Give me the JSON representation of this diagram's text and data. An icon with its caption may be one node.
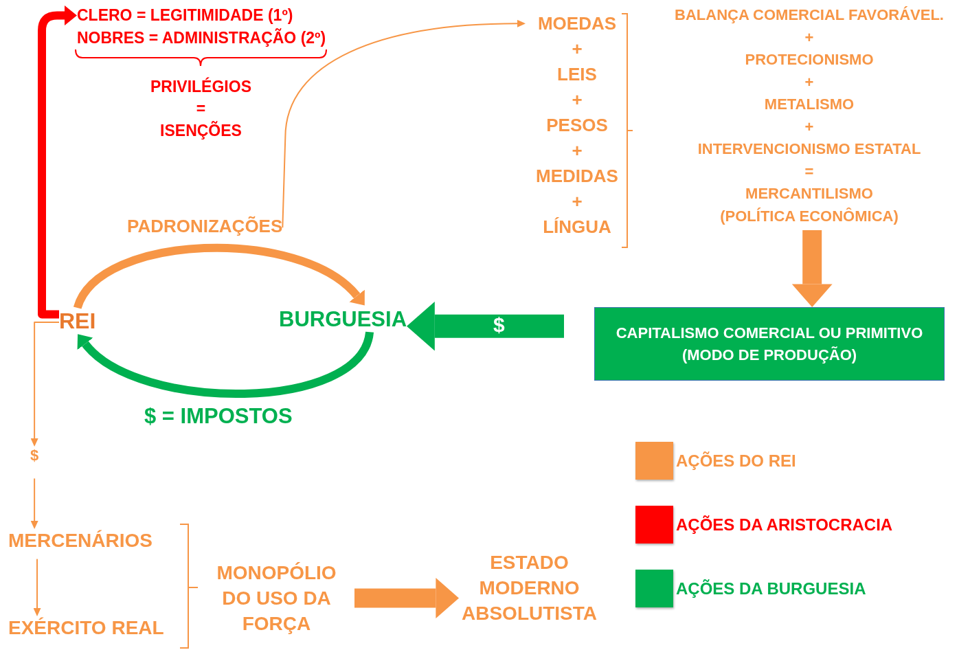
{
  "diagram": {
    "nodes": [
      {
        "text": [
          "CLERO = LEGITIMIDADE (1º)",
          "NOBRES = ADMINISTRAÇÃO (2º)"
        ]
      },
      {
        "text": [
          "MOEDAS",
          "+",
          "LEIS",
          "+",
          "PESOS",
          "+",
          "MEDIDAS",
          "+",
          "LÍNGUA"
        ]
      },
      {
        "text": [
          "BALANÇA COMERCIAL FAVORÁVEL.",
          "+",
          "PROTECIONISMO",
          "+",
          "METALISMO",
          "+",
          "INTERVENCIONISMO ESTATAL",
          "=",
          "MERCANTILISMO (POLÍTICA ECONÔMICA)"
        ]
      },
      {
        "text": [
          "PADRONIZAÇÕES"
        ]
      },
      {
        "text": [
          "REI"
        ]
      },
      {
        "text": [
          "BURGUESIA"
        ]
      },
      {
        "text": [
          "CAPITALISMO COMERCIAL OU PRIMITIVO",
          "(MODO DE PRODUÇÃO)"
        ]
      },
      {
        "text": [
          "$"
        ]
      },
      {
        "text": [
          "MERCENÁRIOS"
        ]
      },
      {
        "text": [
          "EXÉRCITO REAL"
        ]
      },
      {
        "text": [
          "MONOPÓLIO DO USO DA FORÇA"
        ]
      },
      {
        "text": [
          "ESTADO MODERNO ABSOLUTISTA"
        ]
      }
    ],
    "edges": [
      {
        "from": 4,
        "to": 0,
        "arrow": "to",
        "color": "#ff0000"
      },
      {
        "from": 3,
        "to": 1,
        "arrow": "to"
      },
      {
        "from": 2,
        "to": 6,
        "arrow": "to",
        "style": "thick"
      },
      {
        "from": 6,
        "to": 5,
        "arrow": "to",
        "style": "thick",
        "color": "#00b050",
        "label": "$"
      },
      {
        "from": 4,
        "to": 5,
        "arrow": "to"
      },
      {
        "from": 5,
        "to": 4,
        "arrow": "to",
        "color": "#00b050",
        "label": "$ = IMPOSTOS"
      },
      {
        "from": 4,
        "to": 7,
        "arrow": "to"
      },
      {
        "from": 7,
        "to": 8,
        "arrow": "to"
      },
      {
        "from": 8,
        "to": 9,
        "arrow": "to"
      },
      {
        "from": 10,
        "to": 11,
        "arrow": "to",
        "style": "thick"
      }
    ],
    "labels": [
      "PRIVILÉGIOS",
      "=",
      "ISENÇÕES"
    ],
    "legend": [
      {
        "text": "AÇÕES DO REI",
        "color": "#f79646"
      },
      {
        "text": "AÇÕES DA ARISTOCRACIA",
        "color": "#ff0000"
      },
      {
        "text": "AÇÕES DA BURGUESIA",
        "color": "#00b050"
      }
    ]
  }
}
